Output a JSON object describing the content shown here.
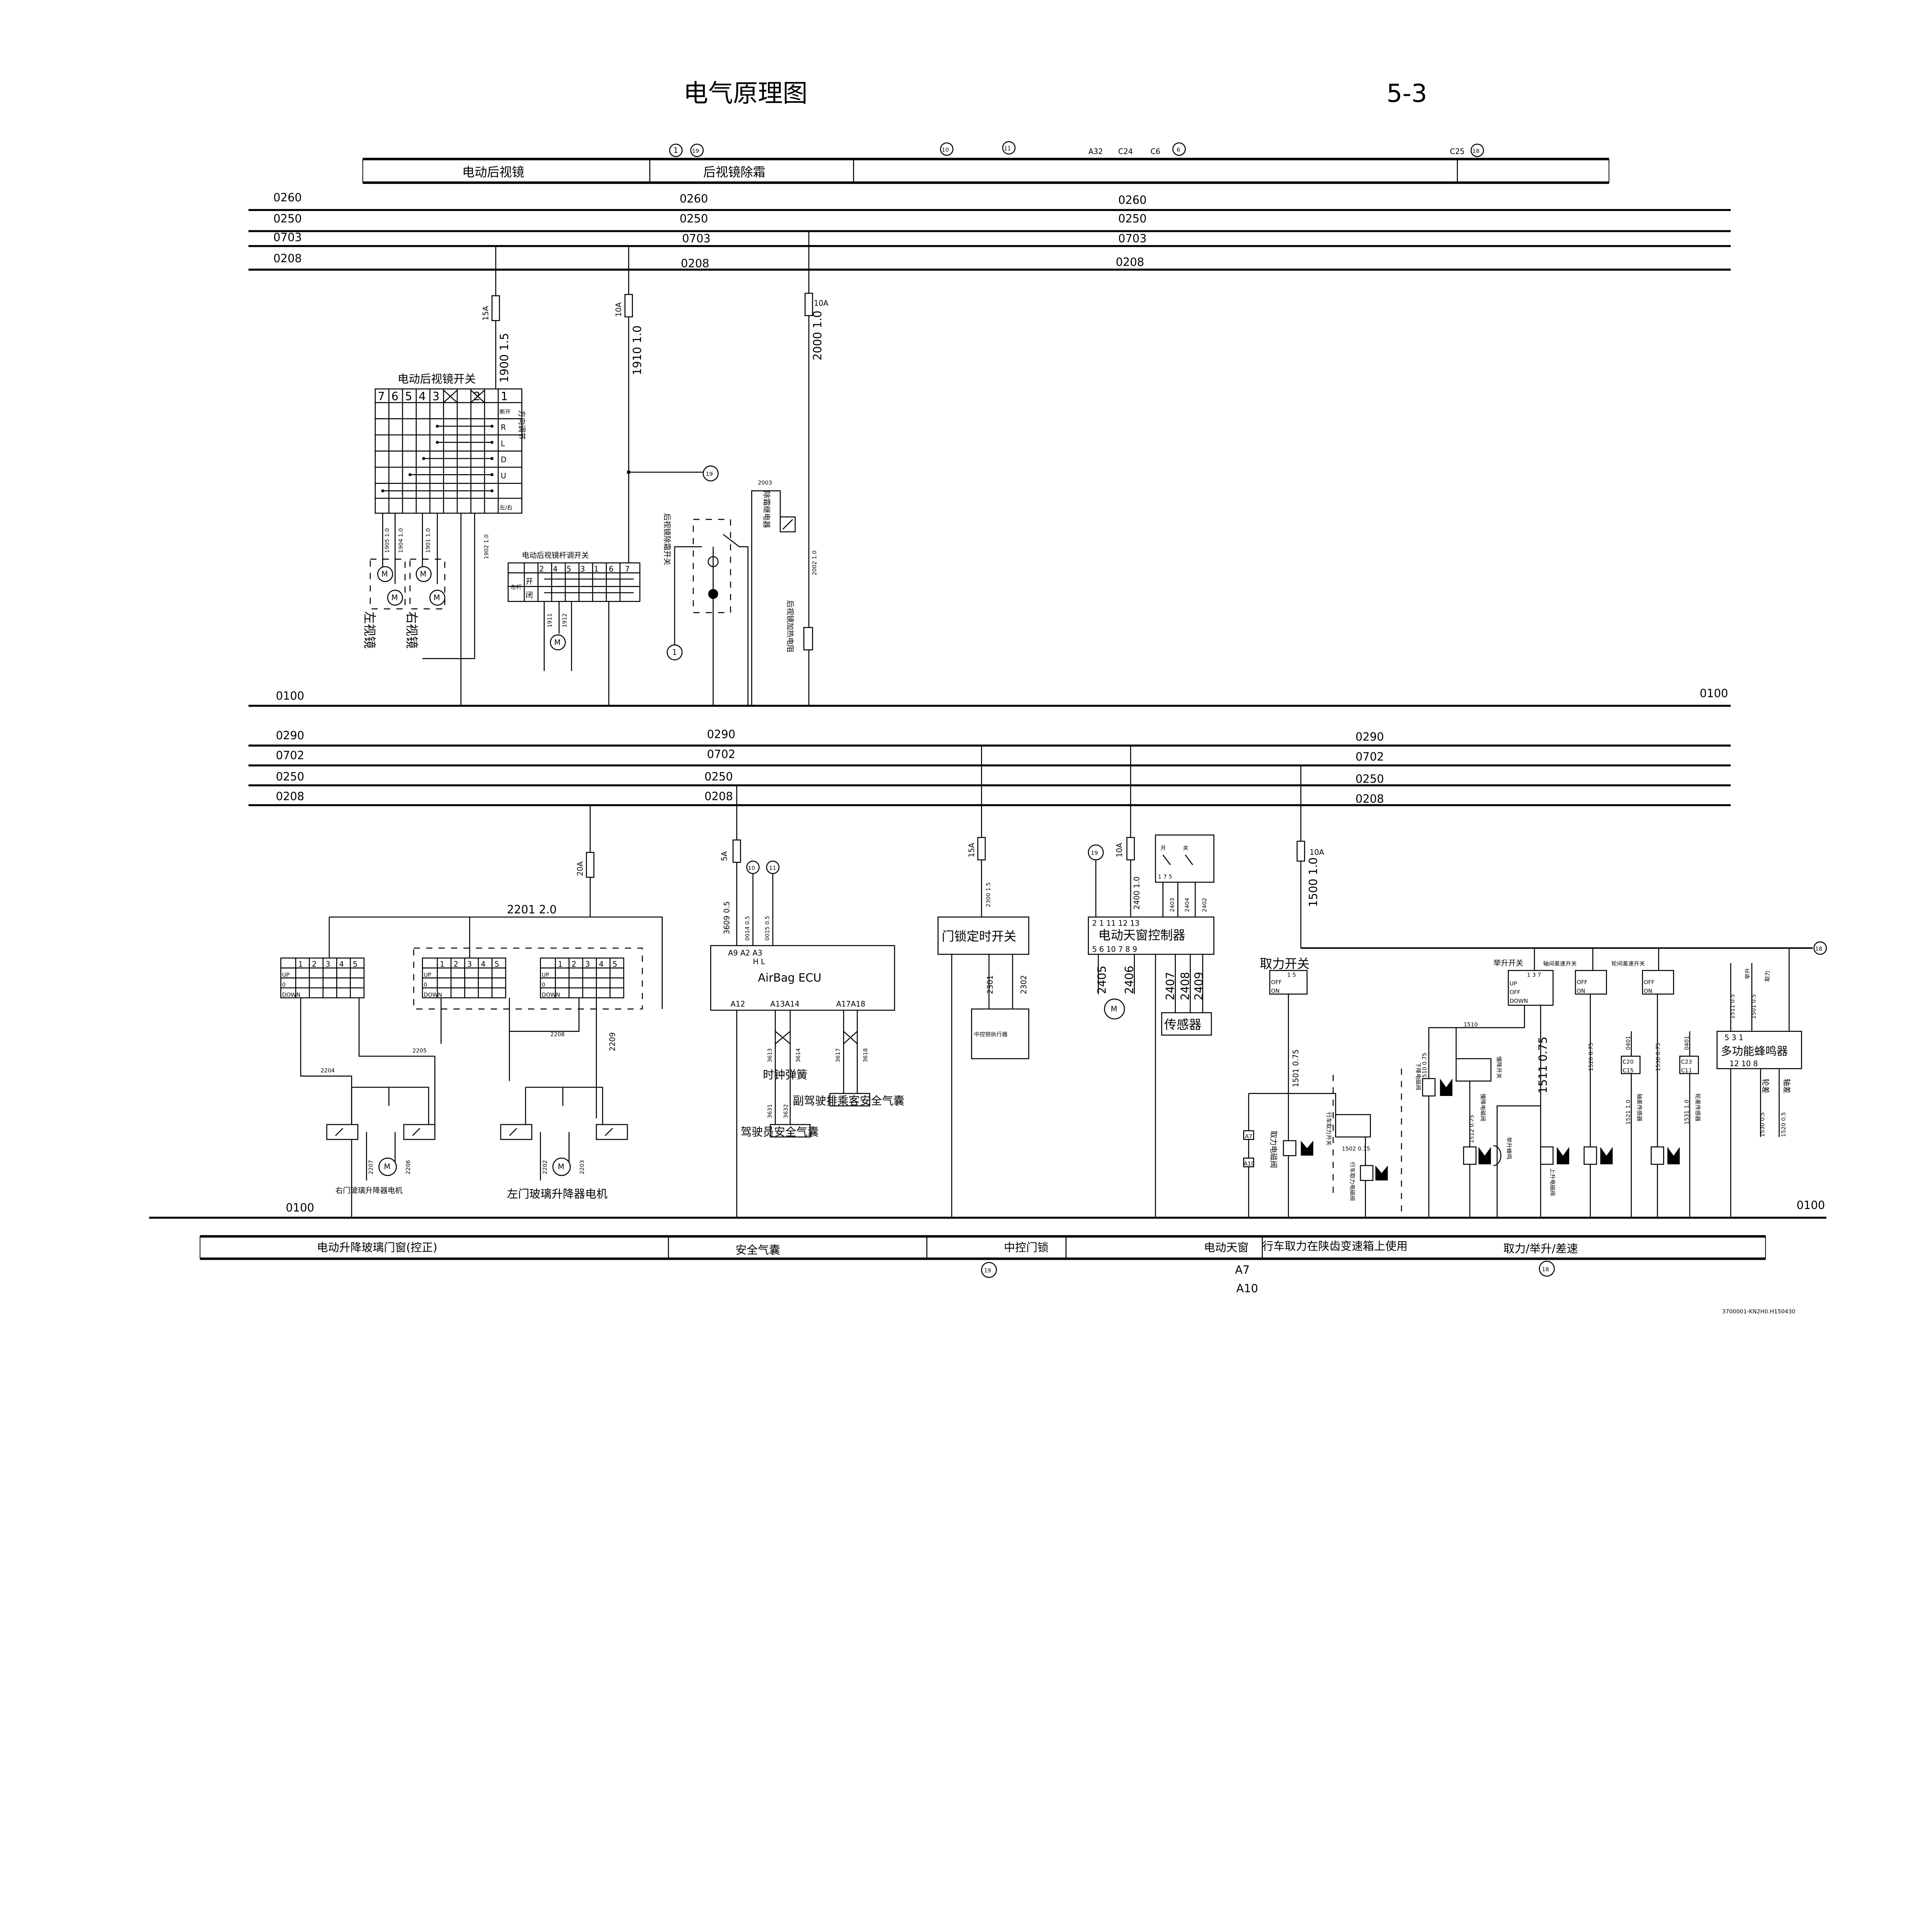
{
  "title": "电气原理图",
  "page_number": "5-3",
  "drawing_code": "3700001-KN2H0.H150430",
  "top_refs": {
    "r1": "1",
    "r19": "19",
    "r10": "10",
    "r11": "11",
    "a32": "A32",
    "c24": "C24",
    "c6": "C6",
    "r6": "6",
    "c25": "C25",
    "r18": "18"
  },
  "top_header": {
    "mirror": "电动后视镜",
    "defrost": "后视镜除霜"
  },
  "top_buses": [
    {
      "name": "0260"
    },
    {
      "name": "0250"
    },
    {
      "name": "0703"
    },
    {
      "name": "0208"
    }
  ],
  "ground": "0100",
  "lower_buses": [
    {
      "name": "0290"
    },
    {
      "name": "0702"
    },
    {
      "name": "0250"
    },
    {
      "name": "0208"
    }
  ],
  "mirror": {
    "fuse": "15A",
    "wire": "1900 1.5",
    "switch_title": "电动后视镜开关",
    "switch_pins": [
      "7",
      "6",
      "5",
      "4",
      "3",
      "2",
      "1"
    ],
    "switch_rows": [
      "断开",
      "R",
      "L",
      "D",
      "U",
      "左/右"
    ],
    "switch_side": "方向调节",
    "wires": [
      "1905 1.0",
      "1904 1.0",
      "1901 1.0",
      "1902 1.0"
    ],
    "left_label": "左视镜",
    "right_label": "右视镜",
    "motor": "M"
  },
  "rod_switch": {
    "fuse": "10A",
    "wire": "1910 1.0",
    "title": "电动后视镜杆调开关",
    "pins": [
      "2",
      "4",
      "5",
      "3",
      "1",
      "6",
      "7"
    ],
    "rows": [
      "开",
      "闭"
    ],
    "side": "左杆",
    "wires": [
      "1911",
      "1912"
    ],
    "motor": "M"
  },
  "defrost": {
    "fuse": "10A",
    "wire": "2000 1.0",
    "ref": "19",
    "ref_bottom": "1",
    "switch": "后视镜除霜开关",
    "relay_wire": "2003",
    "relay": "除霜继电器",
    "wire2": "2002 1.0",
    "heater": "后视镜加热电阻"
  },
  "windows": {
    "fuse": "20A",
    "main_wire": "2201 2.0",
    "switch_pins": [
      "1",
      "2",
      "3",
      "4",
      "5"
    ],
    "switch_rows": [
      "UP",
      "0",
      "DOWN"
    ],
    "wires": [
      "2204",
      "2205",
      "2208",
      "2209",
      "2207",
      "2206",
      "2202",
      "2203"
    ],
    "right_motor": "右门玻璃升降器电机",
    "left_motor": "左门玻璃升降器电机",
    "motor": "M"
  },
  "airbag": {
    "fuse": "5A",
    "wire": "3609 0.5",
    "refs": [
      "10",
      "11"
    ],
    "wire_a": "0014 0.5",
    "wire_b": "0015 0.5",
    "ecu": "AirBag ECU",
    "pins_top": "A9 A2 A3",
    "hl": "H  L",
    "a12": "A12",
    "a1314": "A13A14",
    "a1718": "A17A18",
    "w1": "3613",
    "w2": "3614",
    "w3": "3617",
    "w4": "3618",
    "w5": "3631",
    "w6": "3632",
    "clock_spring": "时钟弹簧",
    "passenger": "副驾驶排乘客安全气囊",
    "driver": "驾驶员安全气囊"
  },
  "central_lock": {
    "fuse": "15A",
    "wire": "2300 1.5",
    "switch": "门锁定时开关",
    "actuator": "中控锁执行器",
    "w1": "2301",
    "w2": "2302"
  },
  "sunroof": {
    "fuse": "10A",
    "wire": "2400 1.0",
    "ref": "19",
    "controller": "电动天窗控制器",
    "pins_top": "2   1   11  12 13",
    "pins_bottom": "5      6 10 7  8  9",
    "switch_labels": [
      "开",
      "关"
    ],
    "switch_pins": "1  7  5",
    "wires": [
      "2403",
      "2404",
      "2402",
      "2405",
      "2406",
      "2407",
      "2408",
      "2409"
    ],
    "sensor": "传感器",
    "motor": "M"
  },
  "pto": {
    "fuse": "10A",
    "wire": "1500 1.0",
    "ref": "18",
    "pto_switch": "取力开关",
    "pto_wire": "1501 0.75",
    "pto_valve": "取力电磁阀",
    "a7": "A7",
    "a10": "A10",
    "drive_switch": "行车取力开关",
    "drive_wire": "1502 0.75",
    "drive_valve": "行车取力电磁阀",
    "lift_switch": "举升开关",
    "axle_switch": "轴间差速开关",
    "wheel_switch": "轮间差速开关",
    "w1510": "1510",
    "down_wire": "1510 0.75",
    "down_valve": "下降电磁阀",
    "slow_switch": "慢降开关",
    "slow_wire": "1512 0.75",
    "slow_valve": "慢降电磁阀",
    "buzzer": "举升蜂鸣",
    "lift_wire": "1511 0.75",
    "up_valve": "上升电磁阀",
    "axle_wire": "1520 0.75",
    "axle_sensor_wire": "1521 1.0",
    "c20": "C20",
    "c15": "C15",
    "w0401a": "0401",
    "axle_sensor": "轴差传感器",
    "wheel_wire": "1530 0.75",
    "wheel_sensor_wire": "1531 1.0",
    "c23": "C23",
    "c11": "C11",
    "w0401b": "0401",
    "wheel_sensor": "轮差传感器",
    "buzzer_box": "多功能蜂鸣器",
    "bz_top": "5    3     1",
    "bz_bottom": "12   10    8",
    "bz_w1": "1511 0.5",
    "bz_w2": "1501 0.5",
    "bz_l1": "举升",
    "bz_l2": "取力",
    "bz_w3": "1530 0.5",
    "bz_w4": "1520 0.5",
    "bz_l3": "轮差",
    "bz_l4": "轴差",
    "sw_rows": [
      "OFF",
      "ON"
    ],
    "lift_rows": [
      "UP",
      "OFF",
      "DOWN"
    ],
    "sw_pins": "1 5",
    "lift_pins": "1 3 7"
  },
  "bottom_header": {
    "windows": "电动升降玻璃门窗(控正)",
    "airbag": "安全气囊",
    "lock": "中控门锁",
    "sunroof": "电动天窗",
    "pto_note": "行车取力在陕齿变速箱上使用",
    "pto": "取力/举升/差速"
  },
  "bottom_refs": {
    "r19": "19",
    "a7": "A7",
    "a10": "A10",
    "r18": "18"
  }
}
